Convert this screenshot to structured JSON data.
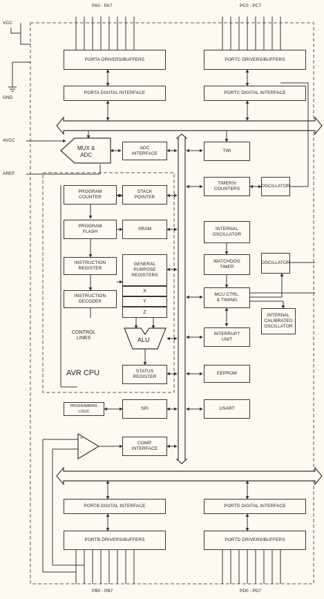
{
  "ports": {
    "porta_pins": "PA0 - PA7",
    "portc_pins": "PC0 - PC7",
    "portb_pins": "PB0 - PB7",
    "portd_pins": "PD0 - PD7"
  },
  "power": {
    "vcc": "VCC",
    "gnd": "GND",
    "avcc": "AVCC",
    "aref": "AREF"
  },
  "blocks": {
    "porta_drivers": "PORTA DRIVERS/BUFFERS",
    "porta_interface": "PORTA DIGITAL INTERFACE",
    "portc_drivers": "PORTC DRIVERS/BUFFERS",
    "portc_interface": "PORTC DIGITAL INTERFACE",
    "mux_adc": "MUX &\nADC",
    "adc_interface": "ADC\nINTERFACE",
    "twi": "TWI",
    "program_counter": "PROGRAM\nCOUNTER",
    "stack_pointer": "STACK\nPOINTER",
    "timers_counters": "TIMERS/\nCOUNTERS",
    "oscillator_1": "OSCILLATOR",
    "program_flash": "PROGRAM\nFLASH",
    "sram": "SRAM",
    "internal_oscillator": "INTERNAL\nOSCILLATOR",
    "instruction_register": "INSTRUCTION\nREGISTER",
    "general_registers": "GENERAL\nPURPOSE\nREGISTERS",
    "watchdog_timer": "WATCHDOG\nTIMER",
    "oscillator_2": "OSCILLATOR",
    "instruction_decoder": "INSTRUCTION\nDECODER",
    "reg_x": "X",
    "reg_y": "Y",
    "reg_z": "Z",
    "mcu_ctrl": "MCU CTRL.\n& TIMING",
    "internal_calibrated": "INTERNAL\nCALIBRATED\nOSCILLATOR",
    "control_lines": "CONTROL\nLINES",
    "alu": "ALU",
    "interrupt_unit": "INTERRUPT\nUNIT",
    "avr_cpu": "AVR CPU",
    "status_register": "STATUS\nREGISTER",
    "eeprom": "EEPROM",
    "programming_logic": "PROGRAMMING\nLOGIC",
    "spi": "SPI",
    "usart": "USART",
    "comp_interface": "COMP.\nINTERFACE",
    "portb_interface": "PORTB DIGITAL INTERFACE",
    "portd_interface": "PORTD DIGITAL INTERFACE",
    "portb_drivers": "PORTB DRIVERS/BUFFERS",
    "portd_drivers": "PORTD DRIVERS/BUFFERS",
    "comparator_plus": "+",
    "comparator_minus": "-"
  }
}
